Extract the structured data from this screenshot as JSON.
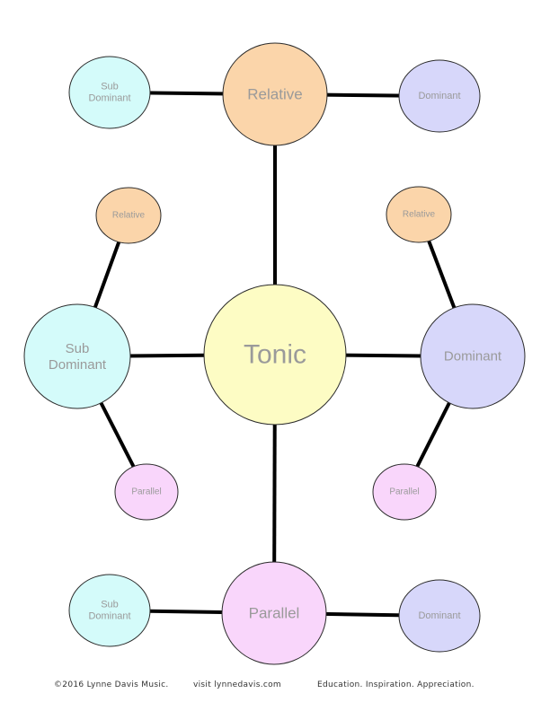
{
  "colors": {
    "tonic": "#fdfcc4",
    "relative": "#fbd5aa",
    "dominant": "#d7d7fa",
    "subdominant": "#d4fbfa",
    "parallel": "#f9d6fb",
    "edge": "#000000",
    "label": "#9a9a9a"
  },
  "nodes": {
    "tonic": {
      "label": "Tonic"
    },
    "relative_main": {
      "label": "Relative"
    },
    "relative_subdominant": {
      "label": "Sub Dominant"
    },
    "relative_dominant": {
      "label": "Dominant"
    },
    "subdominant_main": {
      "label": "Sub Dominant"
    },
    "subdominant_relative": {
      "label": "Relative"
    },
    "subdominant_parallel": {
      "label": "Parallel"
    },
    "dominant_main": {
      "label": "Dominant"
    },
    "dominant_relative": {
      "label": "Relative"
    },
    "dominant_parallel": {
      "label": "Parallel"
    },
    "parallel_main": {
      "label": "Parallel"
    },
    "parallel_subdominant": {
      "label": "Sub Dominant"
    },
    "parallel_dominant": {
      "label": "Dominant"
    }
  },
  "footer": {
    "copyright": "©2016 Lynne Davis Music.",
    "website": "visit lynnedavis.com",
    "tagline": "Education. Inspiration. Appreciation."
  }
}
